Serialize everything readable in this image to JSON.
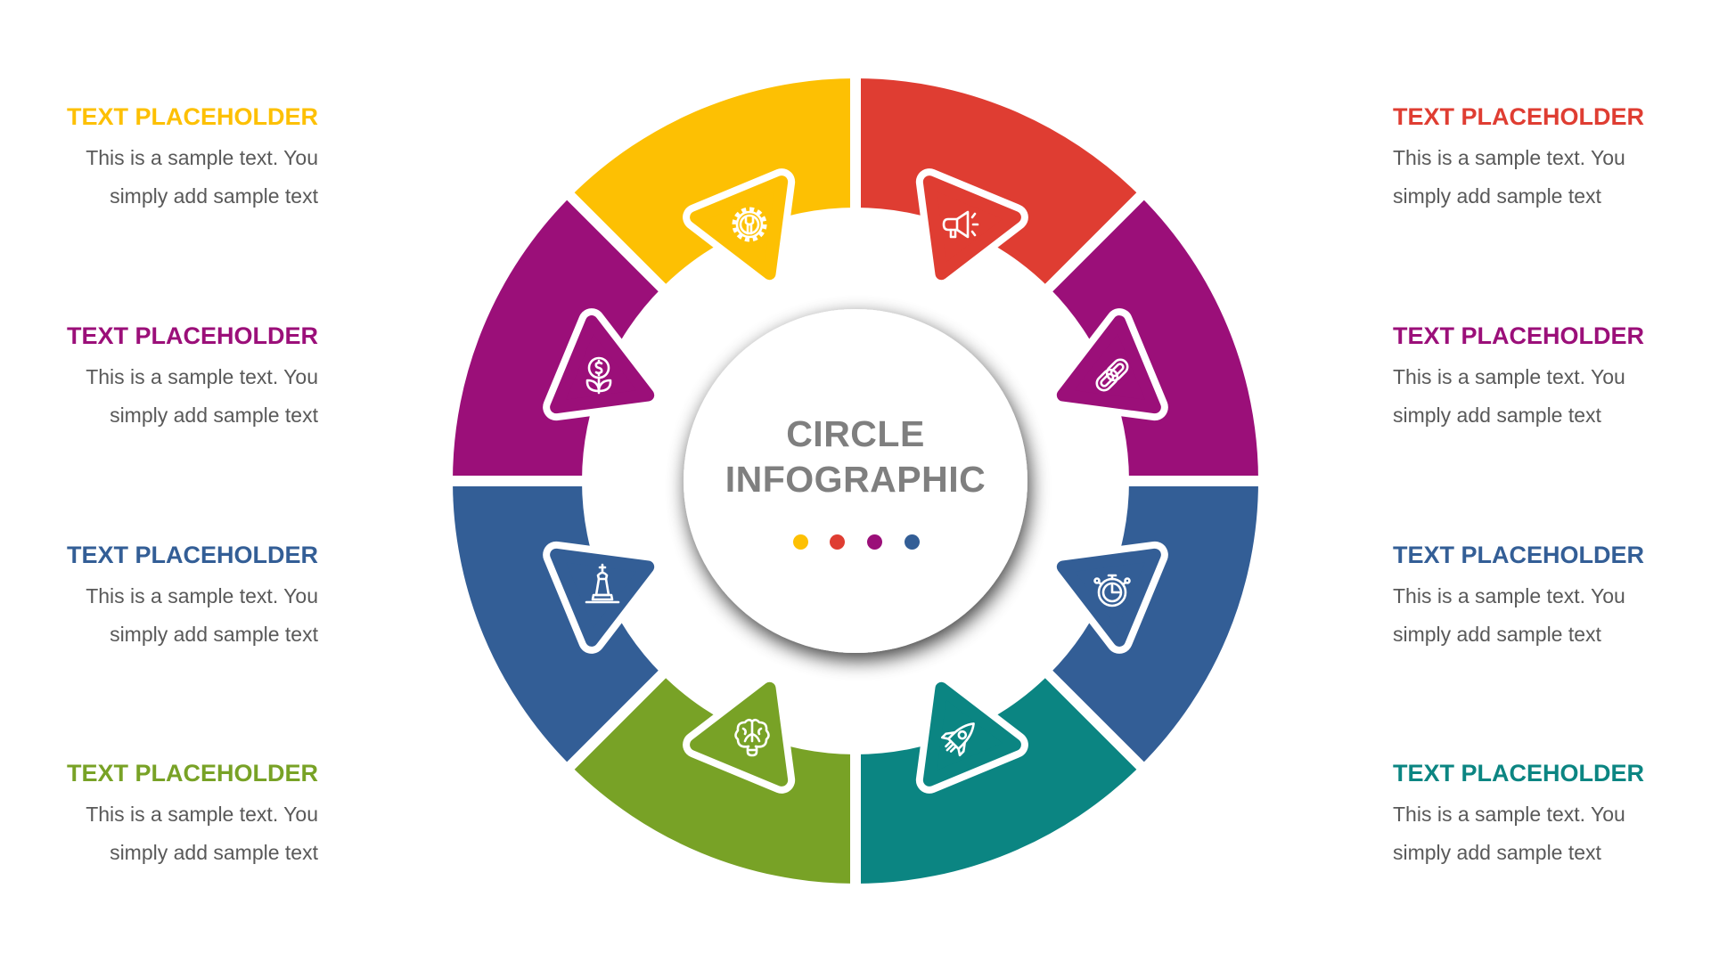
{
  "center": {
    "title_line1": "CIRCLE",
    "title_line2": "INFOGRAPHIC",
    "dots": [
      {
        "color": "#fdc003"
      },
      {
        "color": "#df3d32"
      },
      {
        "color": "#9b0f79"
      },
      {
        "color": "#335e96"
      }
    ]
  },
  "segments": [
    {
      "id": "red",
      "color": "#df3d32",
      "icon": "megaphone-icon",
      "angle": -67.5
    },
    {
      "id": "purple-right",
      "color": "#9b0f79",
      "icon": "link-icon",
      "angle": -22.5
    },
    {
      "id": "blue-right",
      "color": "#335e96",
      "icon": "stopwatch-icon",
      "angle": 22.5
    },
    {
      "id": "teal",
      "color": "#0b8582",
      "icon": "rocket-icon",
      "angle": 67.5
    },
    {
      "id": "green",
      "color": "#78a226",
      "icon": "brain-bulb-icon",
      "angle": 112.5
    },
    {
      "id": "blue-left",
      "color": "#335e96",
      "icon": "chess-king-icon",
      "angle": 157.5
    },
    {
      "id": "purple-left",
      "color": "#9b0f79",
      "icon": "money-plant-icon",
      "angle": -157.5
    },
    {
      "id": "yellow",
      "color": "#fdc003",
      "icon": "gear-wrench-icon",
      "angle": -112.5
    }
  ],
  "left_items": [
    {
      "heading": "TEXT PLACEHOLDER",
      "color": "#fdc003",
      "line1": "This is a sample text. You",
      "line2": "simply add sample text"
    },
    {
      "heading": "TEXT PLACEHOLDER",
      "color": "#9b0f79",
      "line1": "This is a sample text. You",
      "line2": "simply add sample text"
    },
    {
      "heading": "TEXT PLACEHOLDER",
      "color": "#335e96",
      "line1": "This is a sample text. You",
      "line2": "simply add sample text"
    },
    {
      "heading": "TEXT PLACEHOLDER",
      "color": "#78a226",
      "line1": "This is a sample text. You",
      "line2": "simply add sample text"
    }
  ],
  "right_items": [
    {
      "heading": "TEXT PLACEHOLDER",
      "color": "#df3d32",
      "line1": "This is a sample text. You",
      "line2": "simply add sample text"
    },
    {
      "heading": "TEXT PLACEHOLDER",
      "color": "#9b0f79",
      "line1": "This is a sample text. You",
      "line2": "simply add sample text"
    },
    {
      "heading": "TEXT PLACEHOLDER",
      "color": "#335e96",
      "line1": "This is a sample text. You",
      "line2": "simply add sample text"
    },
    {
      "heading": "TEXT PLACEHOLDER",
      "color": "#0b8582",
      "line1": "This is a sample text. You",
      "line2": "simply add sample text"
    }
  ]
}
